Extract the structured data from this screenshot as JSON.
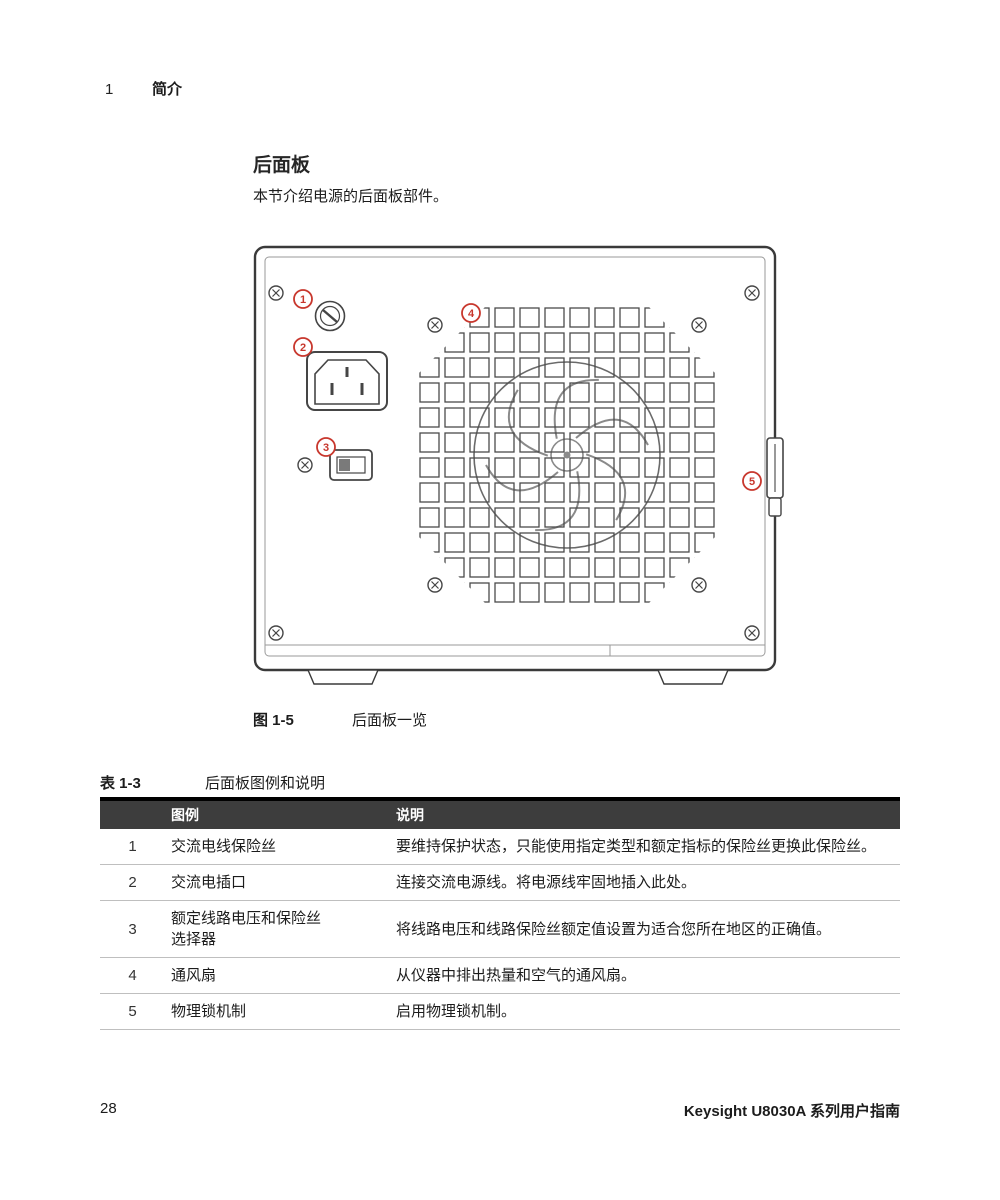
{
  "header": {
    "chapter_number": "1",
    "chapter_title": "简介"
  },
  "section": {
    "title": "后面板",
    "intro": "本节介绍电源的后面板部件。"
  },
  "figure": {
    "label": "图 1-5",
    "caption": "后面板一览",
    "callouts": [
      "1",
      "2",
      "3",
      "4",
      "5"
    ]
  },
  "table": {
    "label": "表 1-3",
    "caption": "后面板图例和说明",
    "headers": {
      "legend": "图例",
      "description": "说明"
    },
    "rows": [
      {
        "num": "1",
        "legend": "交流电线保险丝",
        "description": "要维持保护状态，只能使用指定类型和额定指标的保险丝更换此保险丝。"
      },
      {
        "num": "2",
        "legend": "交流电插口",
        "description": "连接交流电源线。将电源线牢固地插入此处。"
      },
      {
        "num": "3",
        "legend": "额定线路电压和保险丝选择器",
        "description": "将线路电压和线路保险丝额定值设置为适合您所在地区的正确值。"
      },
      {
        "num": "4",
        "legend": "通风扇",
        "description": "从仪器中排出热量和空气的通风扇。"
      },
      {
        "num": "5",
        "legend": "物理锁机制",
        "description": "启用物理锁机制。"
      }
    ]
  },
  "footer": {
    "page_number": "28",
    "doc_title": "Keysight U8030A 系列用户指南"
  },
  "colors": {
    "callout_red": "#c8372d",
    "table_header_bg": "#3d3d3d",
    "table_header_fg": "#ffffff"
  }
}
